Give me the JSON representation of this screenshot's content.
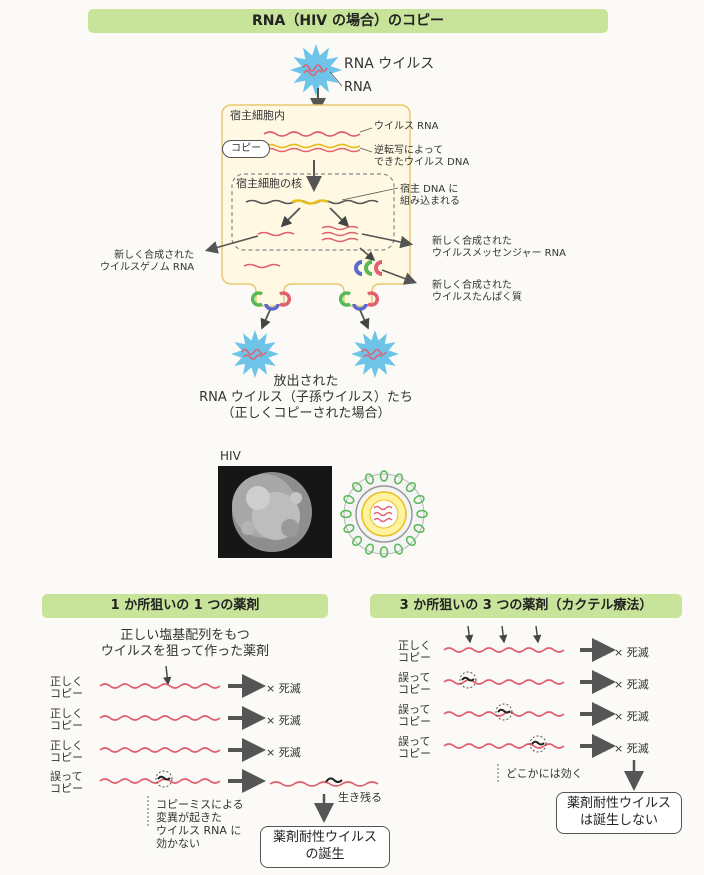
{
  "title": "RNA（HIV の場合）のコピー",
  "top": {
    "virus_label": "RNA ウイルス",
    "rna_label": "RNA",
    "host_cell_label": "宿主細胞内",
    "copy_tag": "コピー",
    "viral_rna_label": "ウイルス RNA",
    "viral_dna_label": "逆転写によって\nできたウイルス DNA",
    "nucleus_label": "宿主細胞の核",
    "integrated_label": "宿主 DNA に\n組み込まれる",
    "genome_rna_label": "新しく合成された\nウイルスゲノム RNA",
    "mrna_label": "新しく合成された\nウイルスメッセンジャー RNA",
    "protein_label": "新しく合成された\nウイルスたんぱく質",
    "released_label": "放出された\nRNA ウイルス（子孫ウイルス）たち\n（正しくコピーされた場合）"
  },
  "hiv": {
    "label": "HIV"
  },
  "left_panel": {
    "title": "1 か所狙いの 1 つの薬剤",
    "drug_note": "正しい塩基配列をもつ\nウイルスを狙って作った薬剤",
    "rows": [
      {
        "label": "正しく\nコピー",
        "result": "× 死滅"
      },
      {
        "label": "正しく\nコピー",
        "result": "× 死滅"
      },
      {
        "label": "正しく\nコピー",
        "result": "× 死滅"
      },
      {
        "label": "誤って\nコピー",
        "result": ""
      }
    ],
    "survive_label": "生き残る",
    "mutation_note": "コピーミスによる\n変異が起きた\nウイルス RNA に\n効かない",
    "result_box": "薬剤耐性ウイルス\nの誕生"
  },
  "right_panel": {
    "title": "3 か所狙いの 3 つの薬剤（カクテル療法）",
    "rows": [
      {
        "label": "正しく\nコピー",
        "result": "× 死滅"
      },
      {
        "label": "誤って\nコピー",
        "result": "× 死滅"
      },
      {
        "label": "誤って\nコピー",
        "result": "× 死滅"
      },
      {
        "label": "誤って\nコピー",
        "result": "× 死滅"
      }
    ],
    "effective_note": "どこかには効く",
    "result_box": "薬剤耐性ウイルス\nは誕生しない"
  },
  "colors": {
    "banner": "#c8e39a",
    "rna": "#e06070",
    "dna": "#e8c020",
    "virus": "#6ec4e8",
    "cell_border": "#e8c870",
    "arrow": "#555555"
  }
}
